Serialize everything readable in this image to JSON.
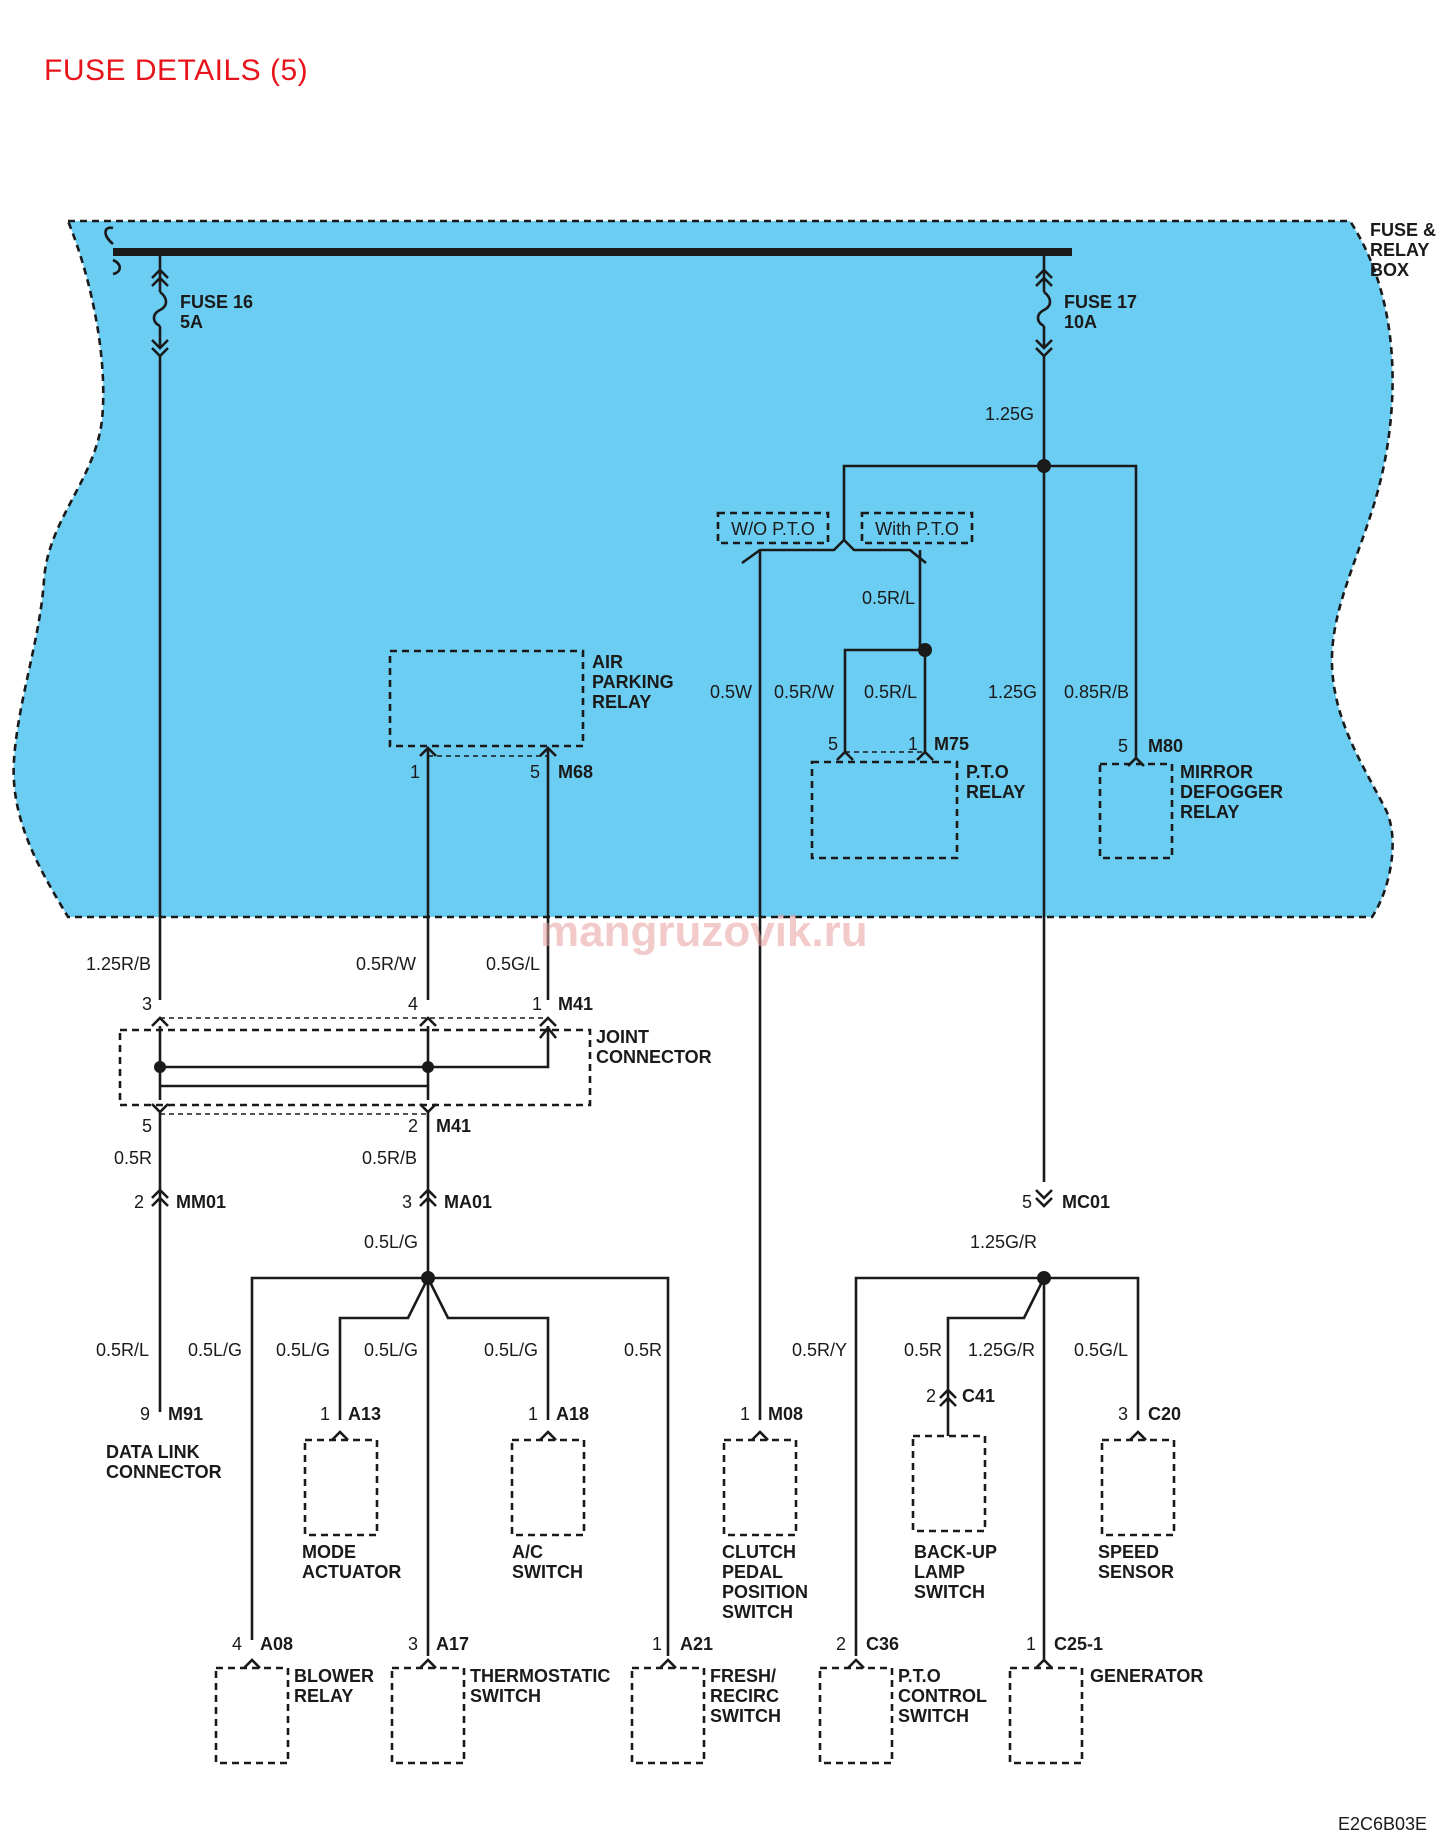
{
  "title": "FUSE DETAILS (5)",
  "watermark": "mangruzovik.ru",
  "doc_code": "E2C6B03E",
  "colors": {
    "box_fill": "#6ccdf2",
    "title": "#e8141c",
    "wire": "#1a1a1a"
  },
  "fuse_box": {
    "l1": "FUSE &",
    "l2": "RELAY",
    "l3": "BOX"
  },
  "fuses": {
    "f16": {
      "name": "FUSE 16",
      "rating": "5A"
    },
    "f17": {
      "name": "FUSE 17",
      "rating": "10A"
    }
  },
  "options": {
    "wo_pto": "W/O P.T.O",
    "with_pto": "With P.T.O"
  },
  "wires": {
    "w_125g_top": "1.25G",
    "w_05rl_top": "0.5R/L",
    "w_05w": "0.5W",
    "w_05rw_m75": "0.5R/W",
    "w_05rl_m75": "0.5R/L",
    "w_125g_mid": "1.25G",
    "w_085rb": "0.85R/B",
    "w_125rb": "1.25R/B",
    "w_05rw_m41": "0.5R/W",
    "w_05gl_m41": "0.5G/L",
    "w_05r_mm01": "0.5R",
    "w_05rb_ma01": "0.5R/B",
    "w_05lg_ma01": "0.5L/G",
    "w_125gr_mc01": "1.25G/R",
    "w_05rl_m91": "0.5R/L",
    "w_05lg_a08": "0.5L/G",
    "w_05lg_a13": "0.5L/G",
    "w_05lg_a17": "0.5L/G",
    "w_05lg_a18": "0.5L/G",
    "w_05r_a21": "0.5R",
    "w_05ry_c36": "0.5R/Y",
    "w_05r_c41": "0.5R",
    "w_125gr_c25": "1.25G/R",
    "w_05gl_c20": "0.5G/L"
  },
  "relays": {
    "air_parking": {
      "l1": "AIR",
      "l2": "PARKING",
      "l3": "RELAY",
      "conn": "M68",
      "pin_a": "1",
      "pin_b": "5"
    },
    "pto": {
      "l1": "P.T.O",
      "l2": "RELAY",
      "conn": "M75",
      "pin_a": "5",
      "pin_b": "1"
    },
    "mirror": {
      "l1": "MIRROR",
      "l2": "DEFOGGER",
      "l3": "RELAY",
      "conn": "M80",
      "pin": "5"
    }
  },
  "joint": {
    "l1": "JOINT",
    "l2": "CONNECTOR",
    "conn_top": "M41",
    "conn_bottom": "M41",
    "pin_t1": "3",
    "pin_t2": "4",
    "pin_t3": "1",
    "pin_b1": "5",
    "pin_b2": "2"
  },
  "connectors": {
    "mm01": {
      "name": "MM01",
      "pin": "2"
    },
    "ma01": {
      "name": "MA01",
      "pin": "3"
    },
    "mc01": {
      "name": "MC01",
      "pin": "5"
    }
  },
  "components": {
    "m91": {
      "conn": "M91",
      "pin": "9",
      "l1": "DATA LINK",
      "l2": "CONNECTOR"
    },
    "a13": {
      "conn": "A13",
      "pin": "1",
      "l1": "MODE",
      "l2": "ACTUATOR"
    },
    "a18": {
      "conn": "A18",
      "pin": "1",
      "l1": "A/C",
      "l2": "SWITCH"
    },
    "m08": {
      "conn": "M08",
      "pin": "1",
      "l1": "CLUTCH",
      "l2": "PEDAL",
      "l3": "POSITION",
      "l4": "SWITCH"
    },
    "c41": {
      "conn": "C41",
      "pin": "2",
      "l1": "BACK-UP",
      "l2": "LAMP",
      "l3": "SWITCH"
    },
    "c20": {
      "conn": "C20",
      "pin": "3",
      "l1": "SPEED",
      "l2": "SENSOR"
    },
    "a08": {
      "conn": "A08",
      "pin": "4",
      "l1": "BLOWER",
      "l2": "RELAY"
    },
    "a17": {
      "conn": "A17",
      "pin": "3",
      "l1": "THERMOSTATIC",
      "l2": "SWITCH"
    },
    "a21": {
      "conn": "A21",
      "pin": "1",
      "l1": "FRESH/",
      "l2": "RECIRC",
      "l3": "SWITCH"
    },
    "c36": {
      "conn": "C36",
      "pin": "2",
      "l1": "P.T.O",
      "l2": "CONTROL",
      "l3": "SWITCH"
    },
    "c25": {
      "conn": "C25-1",
      "pin": "1",
      "l1": "GENERATOR"
    }
  }
}
